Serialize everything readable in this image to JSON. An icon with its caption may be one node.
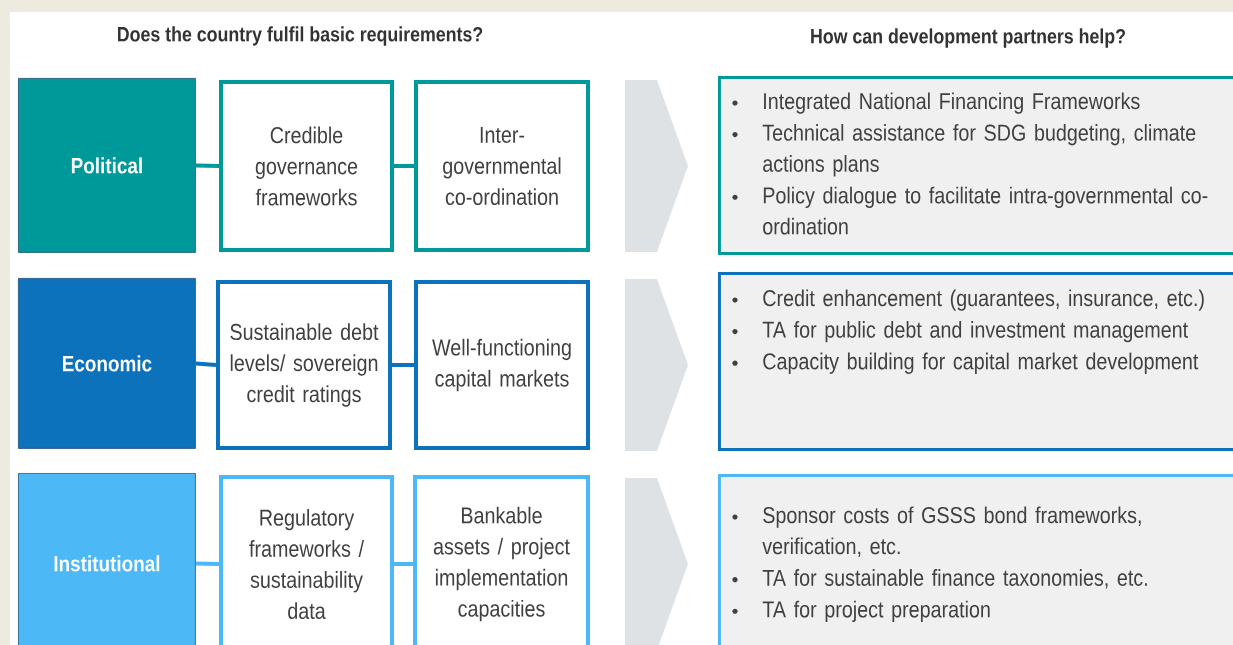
{
  "diagram": {
    "nodes": [
      {
        "text": [
          "Political"
        ]
      },
      {
        "text": [
          "Credible governance frameworks"
        ]
      },
      {
        "text": [
          "Inter-governmental co-ordination"
        ]
      },
      {
        "text": [
          "Integrated National Financing Frameworks",
          "Technical assistance for SDG budgeting, climate actions plans",
          "Policy dialogue to facilitate intra-governmental co-ordination"
        ]
      },
      {
        "text": [
          "Economic"
        ]
      },
      {
        "text": [
          "Sustainable debt levels/ sovereign credit ratings"
        ]
      },
      {
        "text": [
          "Well-functioning capital markets"
        ]
      },
      {
        "text": [
          "Credit enhancement (guarantees, insurance, etc.)",
          "TA for public debt and investment management",
          "Capacity building for capital market development"
        ]
      },
      {
        "text": [
          "Institutional"
        ]
      },
      {
        "text": [
          "Regulatory frameworks / sustainability data"
        ]
      },
      {
        "text": [
          "Bankable assets / project implementation capacities"
        ]
      },
      {
        "text": [
          "Sponsor costs of GSSS bond frameworks, verification, etc.",
          "TA for sustainable finance taxonomies, etc.",
          "TA for project preparation"
        ]
      }
    ],
    "edges": [
      {
        "from": 0,
        "to": 1,
        "arrow": "none",
        "color": "#00999a"
      },
      {
        "from": 1,
        "to": 2,
        "arrow": "none",
        "color": "#00999a"
      },
      {
        "from": 2,
        "to": 3,
        "arrow": "to",
        "color": "#dfe2e5"
      },
      {
        "from": 4,
        "to": 5,
        "arrow": "none",
        "color": "#0b72bb"
      },
      {
        "from": 5,
        "to": 6,
        "arrow": "none",
        "color": "#0b72bb"
      },
      {
        "from": 6,
        "to": 7,
        "arrow": "to",
        "color": "#dfe2e5"
      },
      {
        "from": 8,
        "to": 9,
        "arrow": "none",
        "color": "#4cb8f5"
      },
      {
        "from": 9,
        "to": 10,
        "arrow": "none",
        "color": "#4cb8f5"
      },
      {
        "from": 10,
        "to": 11,
        "arrow": "to",
        "color": "#dfe2e5"
      }
    ],
    "labels": [
      "Does the country fulfil basic requirements?",
      "How can development partners help?"
    ]
  }
}
